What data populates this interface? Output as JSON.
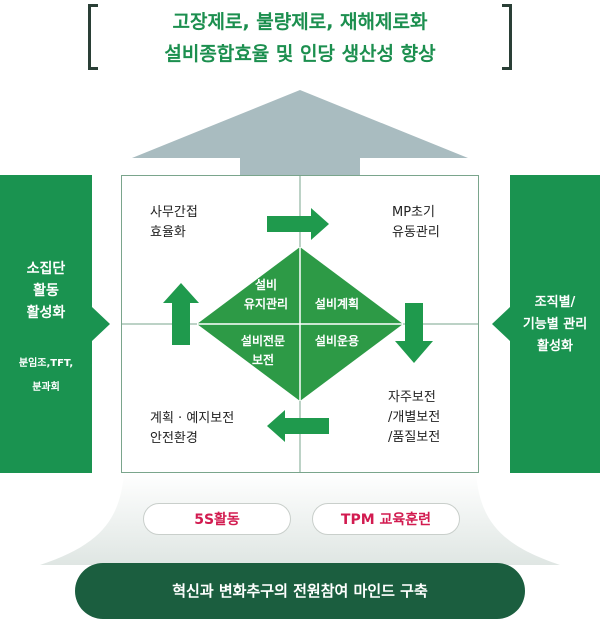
{
  "goal": {
    "line1": "고장제로, 불량제로, 재해제로화",
    "line2": "설비종합효율 및 인당 생산성 향상"
  },
  "left_panel": {
    "title_lines": [
      "소집단",
      "활동",
      "활성화"
    ],
    "sub_lines": [
      "분임조,TFT,",
      "분과회"
    ]
  },
  "right_panel": {
    "title_lines": [
      "조직별/",
      "기능별 관리",
      "활성화"
    ]
  },
  "quadrants": {
    "top_left": [
      "사무간접",
      "효율화"
    ],
    "top_right": [
      "MP초기",
      "유동관리"
    ],
    "bottom_left": [
      "계획 · 예지보전",
      "안전환경"
    ],
    "bottom_right": [
      "자주보전",
      "/개별보전",
      "/품질보전"
    ]
  },
  "diamond": {
    "top": [
      "설비",
      "유지관리"
    ],
    "right": [
      "설비계획"
    ],
    "bottom": [
      "설비전문",
      "보전"
    ],
    "left_bottom": [
      "설비운용"
    ]
  },
  "pills": {
    "five_s": "5S활동",
    "tpm": "TPM 교육훈련"
  },
  "foundation": "혁신과 변화추구의 전원참여 마인드 구축",
  "colors": {
    "green": "#1a9350",
    "dark_green": "#1b5e3f",
    "big_arrow": "#a9bcc0",
    "pill_text": "#d21b50"
  }
}
